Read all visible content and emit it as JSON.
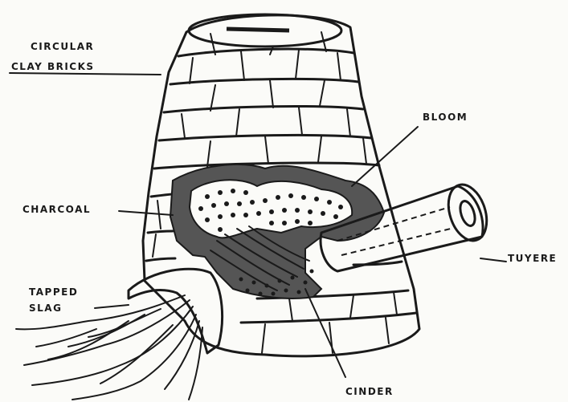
{
  "labels": {
    "circular_line1": "CIRCULAR",
    "circular_line2": "CLAY BRICKS",
    "bloom": "BLOOM",
    "charcoal": "CHARCOAL",
    "tuyere": "TUYERE",
    "tapped_line1": "TAPPED",
    "tapped_line2": "SLAG",
    "cinder": "CINDER"
  },
  "colors": {
    "ink": "#1a1a1a",
    "charcoal_fill": "#555555",
    "paper": "#fbfbf8"
  }
}
